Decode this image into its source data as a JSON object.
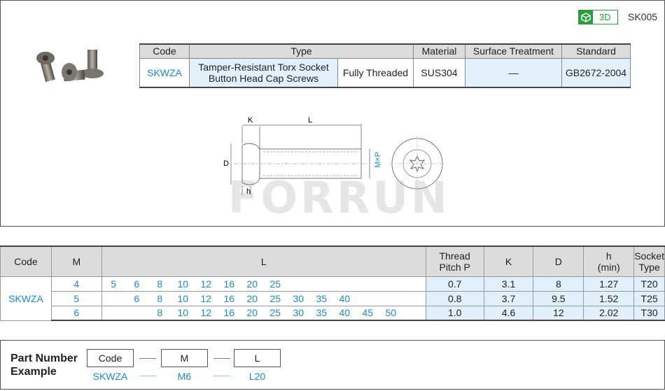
{
  "header": {
    "badge_label": "3D",
    "badge_icon": "cube-icon",
    "sku": "SK005",
    "accent": "#2a9d3f"
  },
  "spec_table": {
    "headers": [
      "Code",
      "Type",
      "Material",
      "Surface Treatment",
      "Standard"
    ],
    "code": "SKWZA",
    "type_line1": "Tamper-Resistant Torx Socket",
    "type_line2": "Button Head Cap Screws",
    "thread": "Fully Threaded",
    "material": "SUS304",
    "surface": "—",
    "standard": "GB2672-2004"
  },
  "drawing": {
    "k": "K",
    "l": "L",
    "d": "D",
    "h": "h",
    "mxp": "M×P"
  },
  "watermark": "FORRUN",
  "dims_table": {
    "headers": {
      "code": "Code",
      "m": "M",
      "l": "L",
      "pitch1": "Thread",
      "pitch2": "Pitch P",
      "k": "K",
      "d": "D",
      "h1": "h",
      "h2": "(min)",
      "socket1": "Socket",
      "socket2": "Type"
    },
    "code": "SKWZA",
    "rows": [
      {
        "m": "4",
        "l": [
          "5",
          "6",
          "8",
          "10",
          "12",
          "16",
          "20",
          "25",
          "",
          "",
          "",
          "",
          "",
          ""
        ],
        "p": "0.7",
        "k": "3.1",
        "d": "8",
        "h": "1.27",
        "socket": "T20"
      },
      {
        "m": "5",
        "l": [
          "",
          "6",
          "8",
          "10",
          "12",
          "16",
          "20",
          "25",
          "30",
          "35",
          "40",
          "",
          "",
          ""
        ],
        "p": "0.8",
        "k": "3.7",
        "d": "9.5",
        "h": "1.52",
        "socket": "T25"
      },
      {
        "m": "6",
        "l": [
          "",
          "",
          "8",
          "10",
          "12",
          "16",
          "20",
          "25",
          "30",
          "35",
          "40",
          "45",
          "50",
          ""
        ],
        "p": "1.0",
        "k": "4.6",
        "d": "12",
        "h": "2.02",
        "socket": "T30"
      }
    ]
  },
  "part_number": {
    "title_line1": "Part Number",
    "title_line2": "Example",
    "fields": [
      {
        "label": "Code",
        "example": "SKWZA"
      },
      {
        "label": "M",
        "example": "M6"
      },
      {
        "label": "L",
        "example": "L20"
      }
    ]
  }
}
